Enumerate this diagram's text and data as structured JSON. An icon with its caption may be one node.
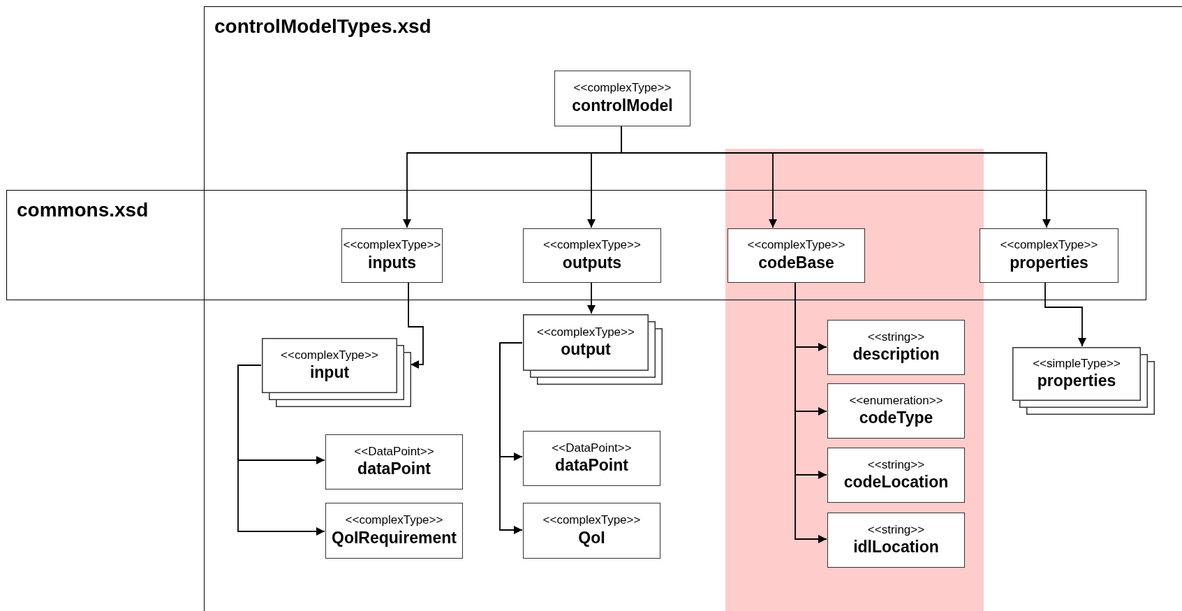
{
  "diagram": {
    "nodes": [
      {
        "text": [
          "controlModelTypes.xsd"
        ]
      },
      {
        "text": [
          "<<complexType>>",
          "controlModel"
        ],
        "in": 0
      },
      {
        "text": [
          "commons.xsd"
        ]
      },
      {
        "text": [
          "<<complexType>>",
          "inputs"
        ],
        "in": 2
      },
      {
        "text": [
          "<<complexType>>",
          "outputs"
        ],
        "in": 2
      },
      {
        "text": [
          "<<complexType>>",
          "codeBase"
        ],
        "in": 2
      },
      {
        "text": [
          "<<complexType>>",
          "properties"
        ],
        "in": 2
      },
      {
        "text": [
          "<<complexType>>",
          "input"
        ],
        "in": 0
      },
      {
        "text": [
          "<<DataPoint>>",
          "dataPoint"
        ],
        "in": 0
      },
      {
        "text": [
          "<<complexType>>",
          "QoIRequirement"
        ],
        "in": 0
      },
      {
        "text": [
          "<<complexType>>",
          "output"
        ],
        "in": 0
      },
      {
        "text": [
          "<<DataPoint>>",
          "dataPoint"
        ],
        "in": 0
      },
      {
        "text": [
          "<<complexType>>",
          "QoI"
        ],
        "in": 0
      },
      {
        "text": [
          "<<string>>",
          "description"
        ],
        "in": 0
      },
      {
        "text": [
          "<<enumeration>>",
          "codeType"
        ],
        "in": 0
      },
      {
        "text": [
          "<<string>>",
          "codeLocation"
        ],
        "in": 0
      },
      {
        "text": [
          "<<string>>",
          "idlLocation"
        ],
        "in": 0
      },
      {
        "text": [
          "<<simpleType>>",
          "properties"
        ],
        "in": 0
      }
    ],
    "edges": [
      {
        "from": 1,
        "to": 3,
        "arrow": "to"
      },
      {
        "from": 1,
        "to": 4,
        "arrow": "to"
      },
      {
        "from": 1,
        "to": 5,
        "arrow": "to"
      },
      {
        "from": 1,
        "to": 6,
        "arrow": "to"
      },
      {
        "from": 3,
        "to": 7,
        "arrow": "to"
      },
      {
        "from": 4,
        "to": 10,
        "arrow": "to"
      },
      {
        "from": 7,
        "to": 8,
        "arrow": "to"
      },
      {
        "from": 7,
        "to": 9,
        "arrow": "to"
      },
      {
        "from": 10,
        "to": 11,
        "arrow": "to"
      },
      {
        "from": 10,
        "to": 12,
        "arrow": "to"
      },
      {
        "from": 5,
        "to": 13,
        "arrow": "to"
      },
      {
        "from": 5,
        "to": 14,
        "arrow": "to"
      },
      {
        "from": 5,
        "to": 15,
        "arrow": "to"
      },
      {
        "from": 5,
        "to": 16,
        "arrow": "to"
      },
      {
        "from": 6,
        "to": 17,
        "arrow": "to"
      }
    ]
  }
}
